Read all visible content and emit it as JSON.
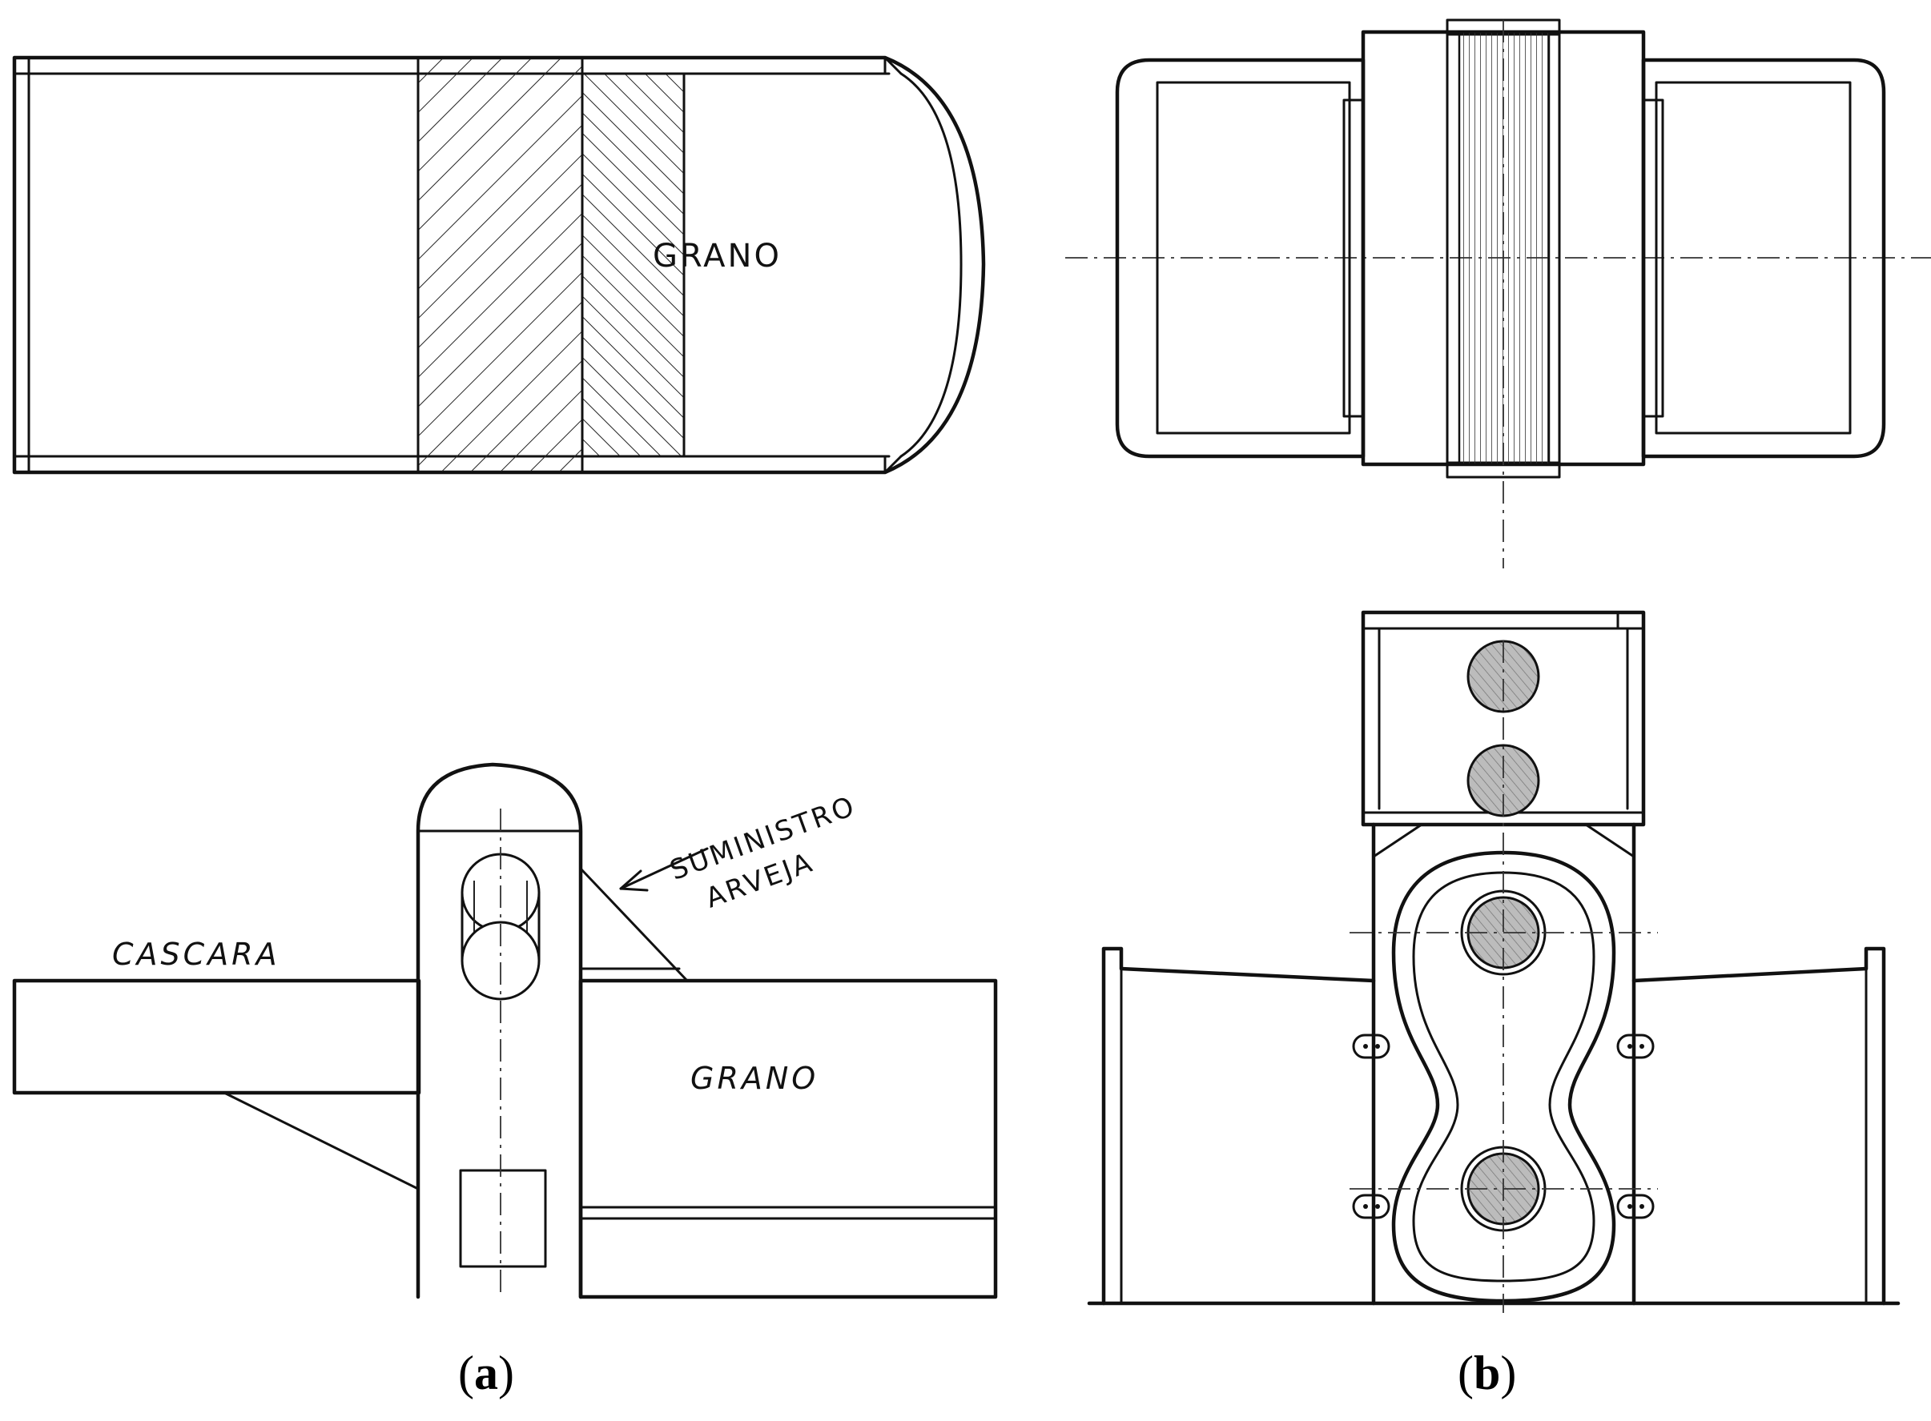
{
  "panel_a": {
    "top_view": {
      "label": "GRANO"
    },
    "side_view": {
      "label_left": "CASCARA",
      "label_right": "GRANO",
      "label_supply_line1": "SUMINISTRO",
      "label_supply_line2": "ARVEJA"
    },
    "caption_letter": "a"
  },
  "panel_b": {
    "caption_letter": "b"
  },
  "caption_open": "(",
  "caption_close": ")"
}
